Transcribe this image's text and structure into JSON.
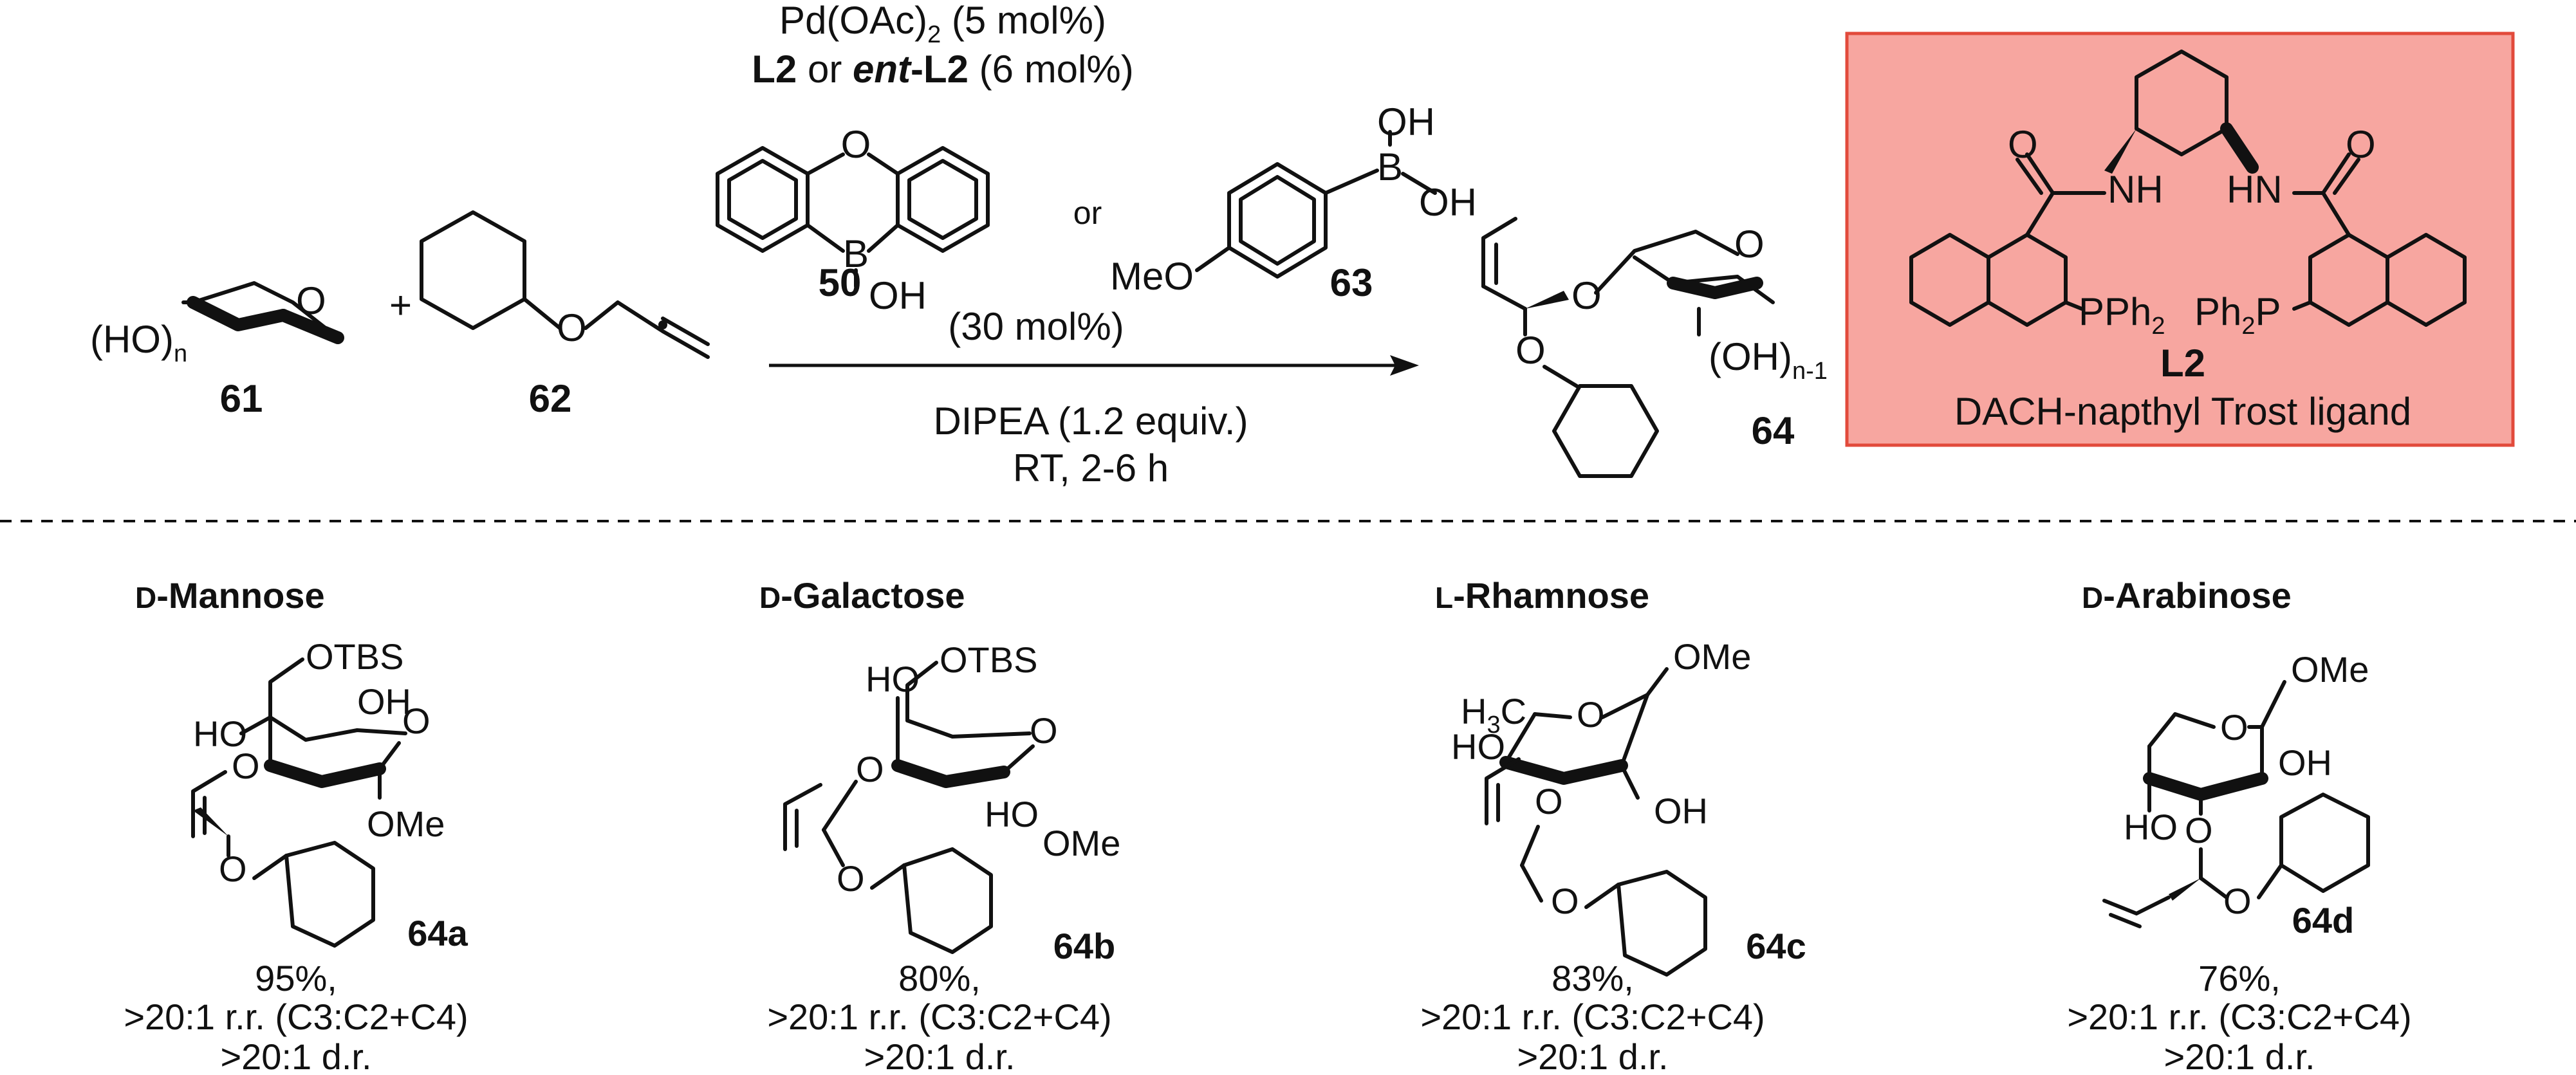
{
  "reaction": {
    "reagent_line1": "Pd(OAc)",
    "reagent_line1_sub": "2",
    "reagent_line1_tail": " (5 mol%)",
    "ligand_L2": "L2",
    "ligand_or": " or ",
    "ligand_ent": "ent",
    "ligand_ent_tail": "-L2",
    "ligand_loading": " (6 mol%)",
    "catalyst_or": "or",
    "catalyst_50_label": "50",
    "catalyst_63_label": "63",
    "catalyst_loading": "(30 mol%)",
    "base": "DIPEA (1.2 equiv.)",
    "conditions": "RT, 2-6 h",
    "plus": "+"
  },
  "compounds": {
    "c61": {
      "label": "61",
      "group": "(HO)",
      "group_sub": "n"
    },
    "c62": {
      "label": "62"
    },
    "c64": {
      "label": "64",
      "group": "(OH)",
      "group_sub": "n-1"
    },
    "c50": {
      "o_atom": "O",
      "b_atom": "B",
      "oh": "OH"
    },
    "c63": {
      "meo": "MeO",
      "b_atom": "B",
      "oh1": "OH",
      "oh2": "OH"
    }
  },
  "ligand_box": {
    "title": "L2",
    "caption": "DACH-napthyl Trost ligand",
    "nh_left": "NH",
    "nh_right": "HN",
    "p_left": "PPh",
    "p_left_sub": "2",
    "p_right": "Ph",
    "p_right_sub": "2",
    "p_right_tail": "P",
    "o": "O",
    "accent_fill": "#f7a6a0",
    "accent_stroke": "#e24a3b"
  },
  "products": [
    {
      "sugar_prefix": "D",
      "sugar_name": "-Mannose",
      "label": "64a",
      "yield": "95%,",
      "rr": ">20:1 r.r. (C3:C2+C4)",
      "dr": ">20:1 d.r.",
      "groups": [
        "OTBS",
        "HO",
        "OH",
        "O",
        "O",
        "OMe",
        "O"
      ]
    },
    {
      "sugar_prefix": "D",
      "sugar_name": "-Galactose",
      "label": "64b",
      "yield": "80%,",
      "rr": ">20:1 r.r. (C3:C2+C4)",
      "dr": ">20:1 d.r.",
      "groups": [
        "HO",
        "OTBS",
        "O",
        "O",
        "HO",
        "OMe",
        "O"
      ]
    },
    {
      "sugar_prefix": "L",
      "sugar_name": "-Rhamnose",
      "label": "64c",
      "yield": "83%,",
      "rr": ">20:1 r.r. (C3:C2+C4)",
      "dr": ">20:1 d.r.",
      "groups": [
        "H",
        "3",
        "C",
        "HO",
        "O",
        "O",
        "OMe",
        "OH",
        "O"
      ]
    },
    {
      "sugar_prefix": "D",
      "sugar_name": "-Arabinose",
      "label": "64d",
      "yield": "76%,",
      "rr": ">20:1 r.r. (C3:C2+C4)",
      "dr": ">20:1 d.r.",
      "groups": [
        "OMe",
        "O",
        "OH",
        "HO",
        "O",
        "O"
      ]
    }
  ]
}
